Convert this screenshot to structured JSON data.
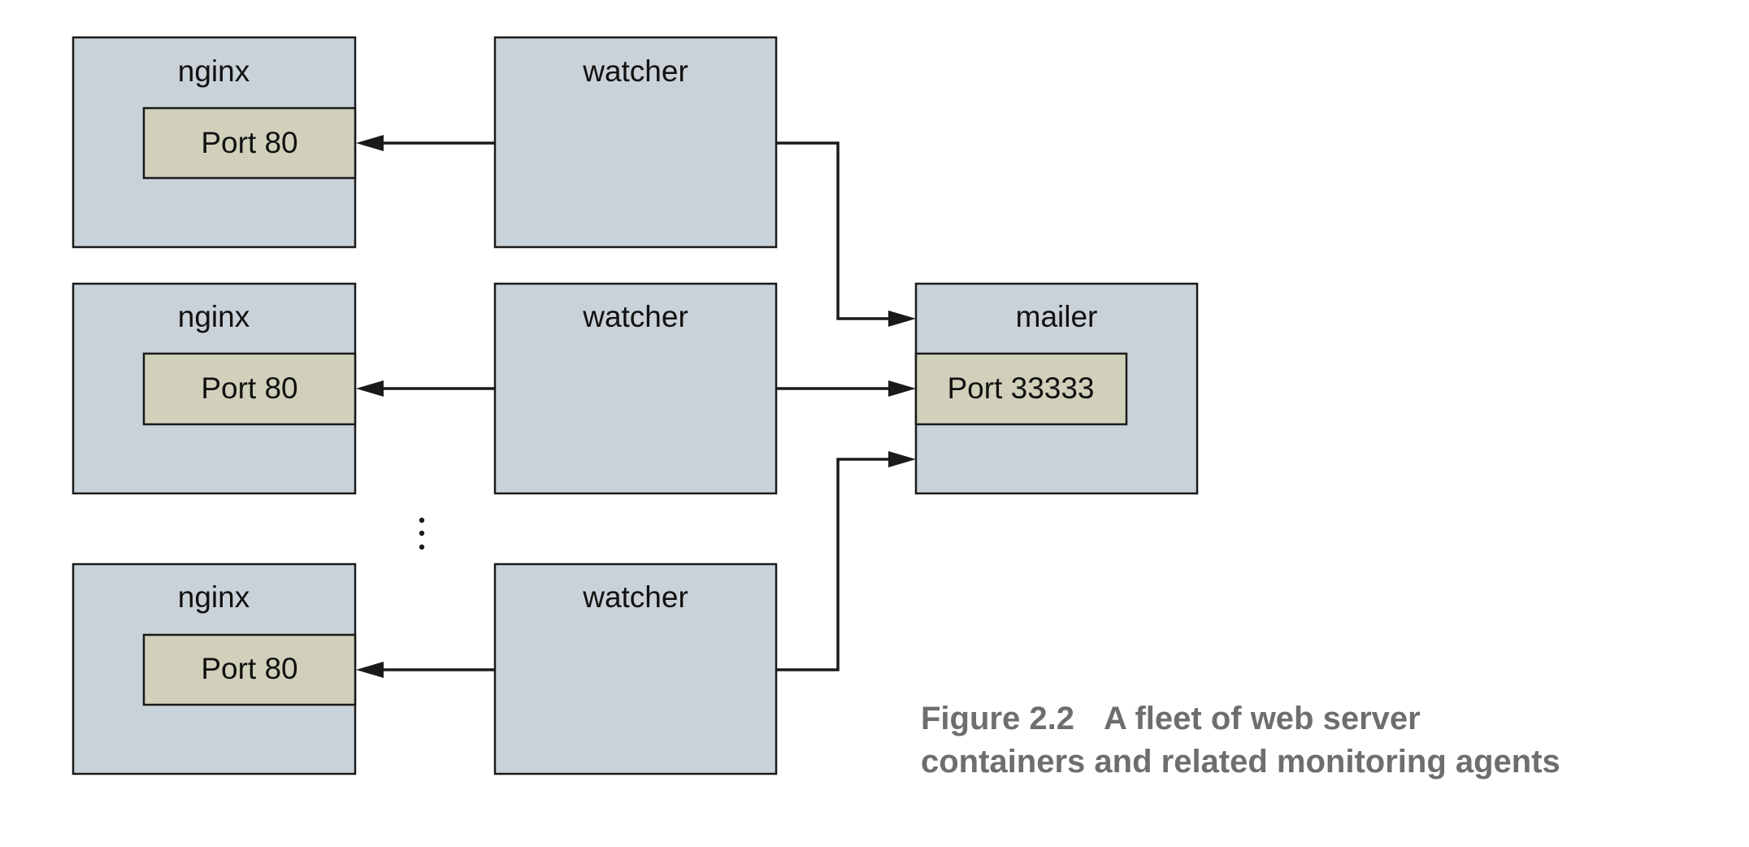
{
  "rows": [
    {
      "nginx": {
        "title": "nginx",
        "port": "Port 80"
      },
      "watcher": {
        "title": "watcher"
      }
    },
    {
      "nginx": {
        "title": "nginx",
        "port": "Port 80"
      },
      "watcher": {
        "title": "watcher"
      }
    },
    {
      "nginx": {
        "title": "nginx",
        "port": "Port 80"
      },
      "watcher": {
        "title": "watcher"
      }
    }
  ],
  "mailer": {
    "title": "mailer",
    "port": "Port 33333"
  },
  "caption": {
    "figure_number": "Figure 2.2",
    "line1": "A fleet of web server",
    "line2": "containers and related monitoring agents"
  }
}
